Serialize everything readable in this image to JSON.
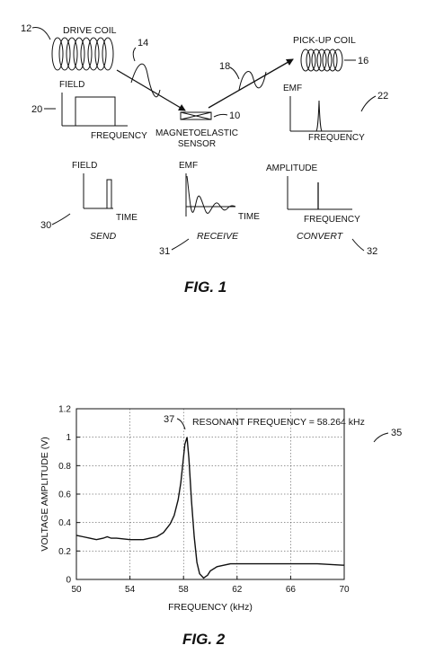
{
  "fig1": {
    "title": "FIG. 1",
    "drive_coil": {
      "label": "DRIVE COIL",
      "ref": "12"
    },
    "pickup_coil": {
      "label": "PICK-UP COIL",
      "ref": "16"
    },
    "wave_in_ref": "14",
    "wave_out_ref": "18",
    "sensor": {
      "label_line1": "MAGNETOELASTIC",
      "label_line2": "SENSOR",
      "ref": "10"
    },
    "plot20": {
      "ref": "20",
      "ylabel": "FIELD",
      "xlabel": "FREQUENCY"
    },
    "plot22": {
      "ref": "22",
      "ylabel": "EMF",
      "xlabel": "FREQUENCY"
    },
    "plot30": {
      "ref": "30",
      "ylabel": "FIELD",
      "xlabel": "TIME",
      "caption": "SEND"
    },
    "plot31": {
      "ref": "31",
      "ylabel": "EMF",
      "xlabel": "TIME",
      "caption": "RECEIVE"
    },
    "plot32": {
      "ref": "32",
      "ylabel": "AMPLITUDE",
      "xlabel": "FREQUENCY",
      "caption": "CONVERT"
    }
  },
  "fig2": {
    "title": "FIG. 2",
    "ref": "35",
    "peak_ref": "37",
    "annotation": "RESONANT FREQUENCY = 58.264 kHz"
  },
  "chart_data": {
    "type": "line",
    "title": "",
    "xlabel": "FREQUENCY (kHz)",
    "ylabel": "VOLTAGE AMPLITUDE (V)",
    "xlim": [
      50,
      70
    ],
    "ylim": [
      0,
      1.2
    ],
    "x_ticks": [
      50,
      54,
      58,
      62,
      66,
      70
    ],
    "y_ticks": [
      0,
      0.2,
      0.4,
      0.6,
      0.8,
      1,
      1.2
    ],
    "grid": true,
    "legend": "none",
    "series": [
      {
        "x": [
          50,
          50.5,
          51,
          51.5,
          52,
          52.3,
          52.6,
          53,
          54,
          55,
          55.5,
          56,
          56.5,
          57,
          57.3,
          57.6,
          57.8,
          58,
          58.1,
          58.264,
          58.4,
          58.6,
          58.8,
          59,
          59.2,
          59.5,
          59.8,
          60,
          60.5,
          61,
          61.5,
          62,
          64,
          66,
          68,
          70
        ],
        "y": [
          0.31,
          0.3,
          0.29,
          0.28,
          0.29,
          0.3,
          0.29,
          0.29,
          0.28,
          0.28,
          0.29,
          0.3,
          0.33,
          0.39,
          0.45,
          0.56,
          0.68,
          0.86,
          0.95,
          1.0,
          0.85,
          0.55,
          0.3,
          0.12,
          0.04,
          0.01,
          0.03,
          0.06,
          0.09,
          0.1,
          0.11,
          0.11,
          0.11,
          0.11,
          0.11,
          0.1
        ]
      }
    ],
    "annotations": [
      {
        "x": 58.264,
        "y": 1.0,
        "text": "RESONANT FREQUENCY = 58.264 kHz",
        "ref": "37"
      }
    ]
  }
}
